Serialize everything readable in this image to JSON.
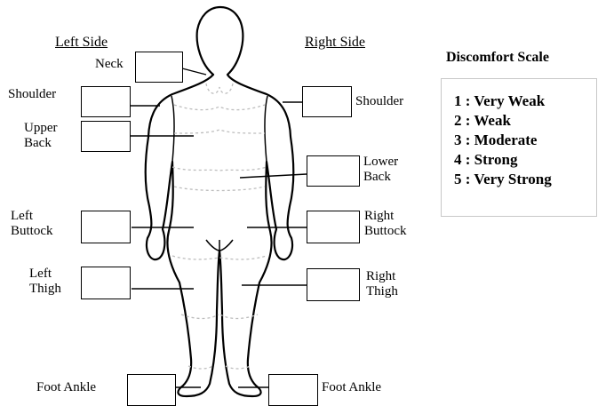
{
  "headers": {
    "left": "Left Side",
    "right": "Right Side"
  },
  "labels": {
    "neck": "Neck",
    "shoulder_left": "Shoulder",
    "upper_back": "Upper\nBack",
    "left_buttock": "Left\nButtock",
    "left_thigh": "Left\nThigh",
    "foot_ankle_left": "Foot Ankle",
    "shoulder_right": "Shoulder",
    "lower_back": "Lower\nBack",
    "right_buttock": "Right\nButtock",
    "right_thigh": "Right\nThigh",
    "foot_ankle_right": "Foot Ankle"
  },
  "scale": {
    "title": "Discomfort Scale",
    "items": [
      "1 : Very Weak",
      "2 : Weak",
      "3 : Moderate",
      "4 : Strong",
      "5 : Very Strong"
    ]
  }
}
